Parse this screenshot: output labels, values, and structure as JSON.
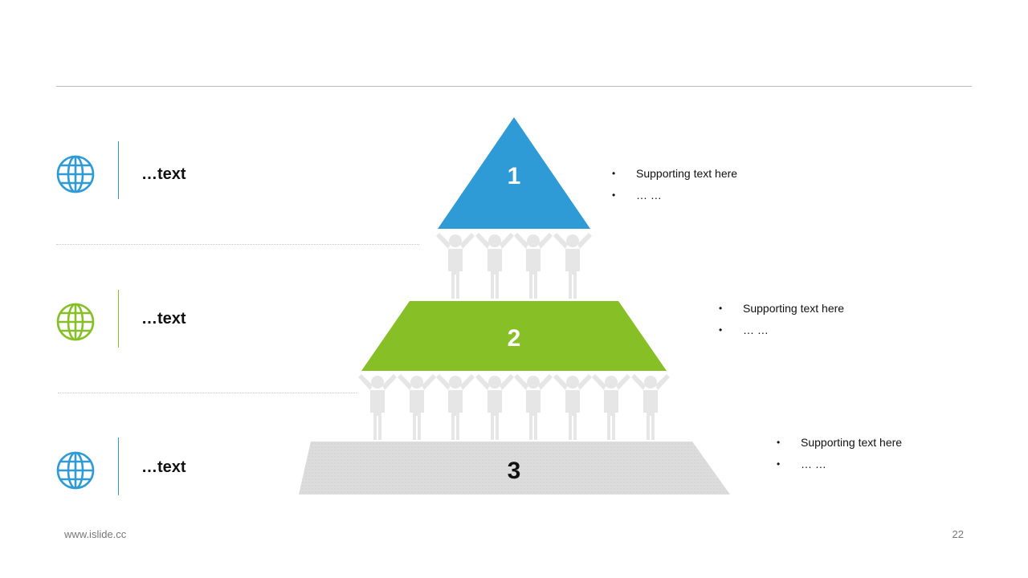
{
  "colors": {
    "blue": "#2e9ad6",
    "green": "#86bf26",
    "gray": "#d9d9d9",
    "people": "#e6e6e6"
  },
  "rows": [
    {
      "label": "…text",
      "icon": "globe-icon",
      "color": "#2e9ad6"
    },
    {
      "label": "…text",
      "icon": "globe-icon",
      "color": "#86bf26"
    },
    {
      "label": "…text",
      "icon": "globe-icon",
      "color": "#2e9ad6"
    }
  ],
  "levels": [
    {
      "number": "1",
      "bullets": [
        "Supporting text here",
        "… …"
      ]
    },
    {
      "number": "2",
      "bullets": [
        "Supporting text here",
        "… …"
      ]
    },
    {
      "number": "3",
      "bullets": [
        "Supporting text here",
        "… …"
      ]
    }
  ],
  "footer": {
    "site": "www.islide.cc",
    "page": "22"
  }
}
